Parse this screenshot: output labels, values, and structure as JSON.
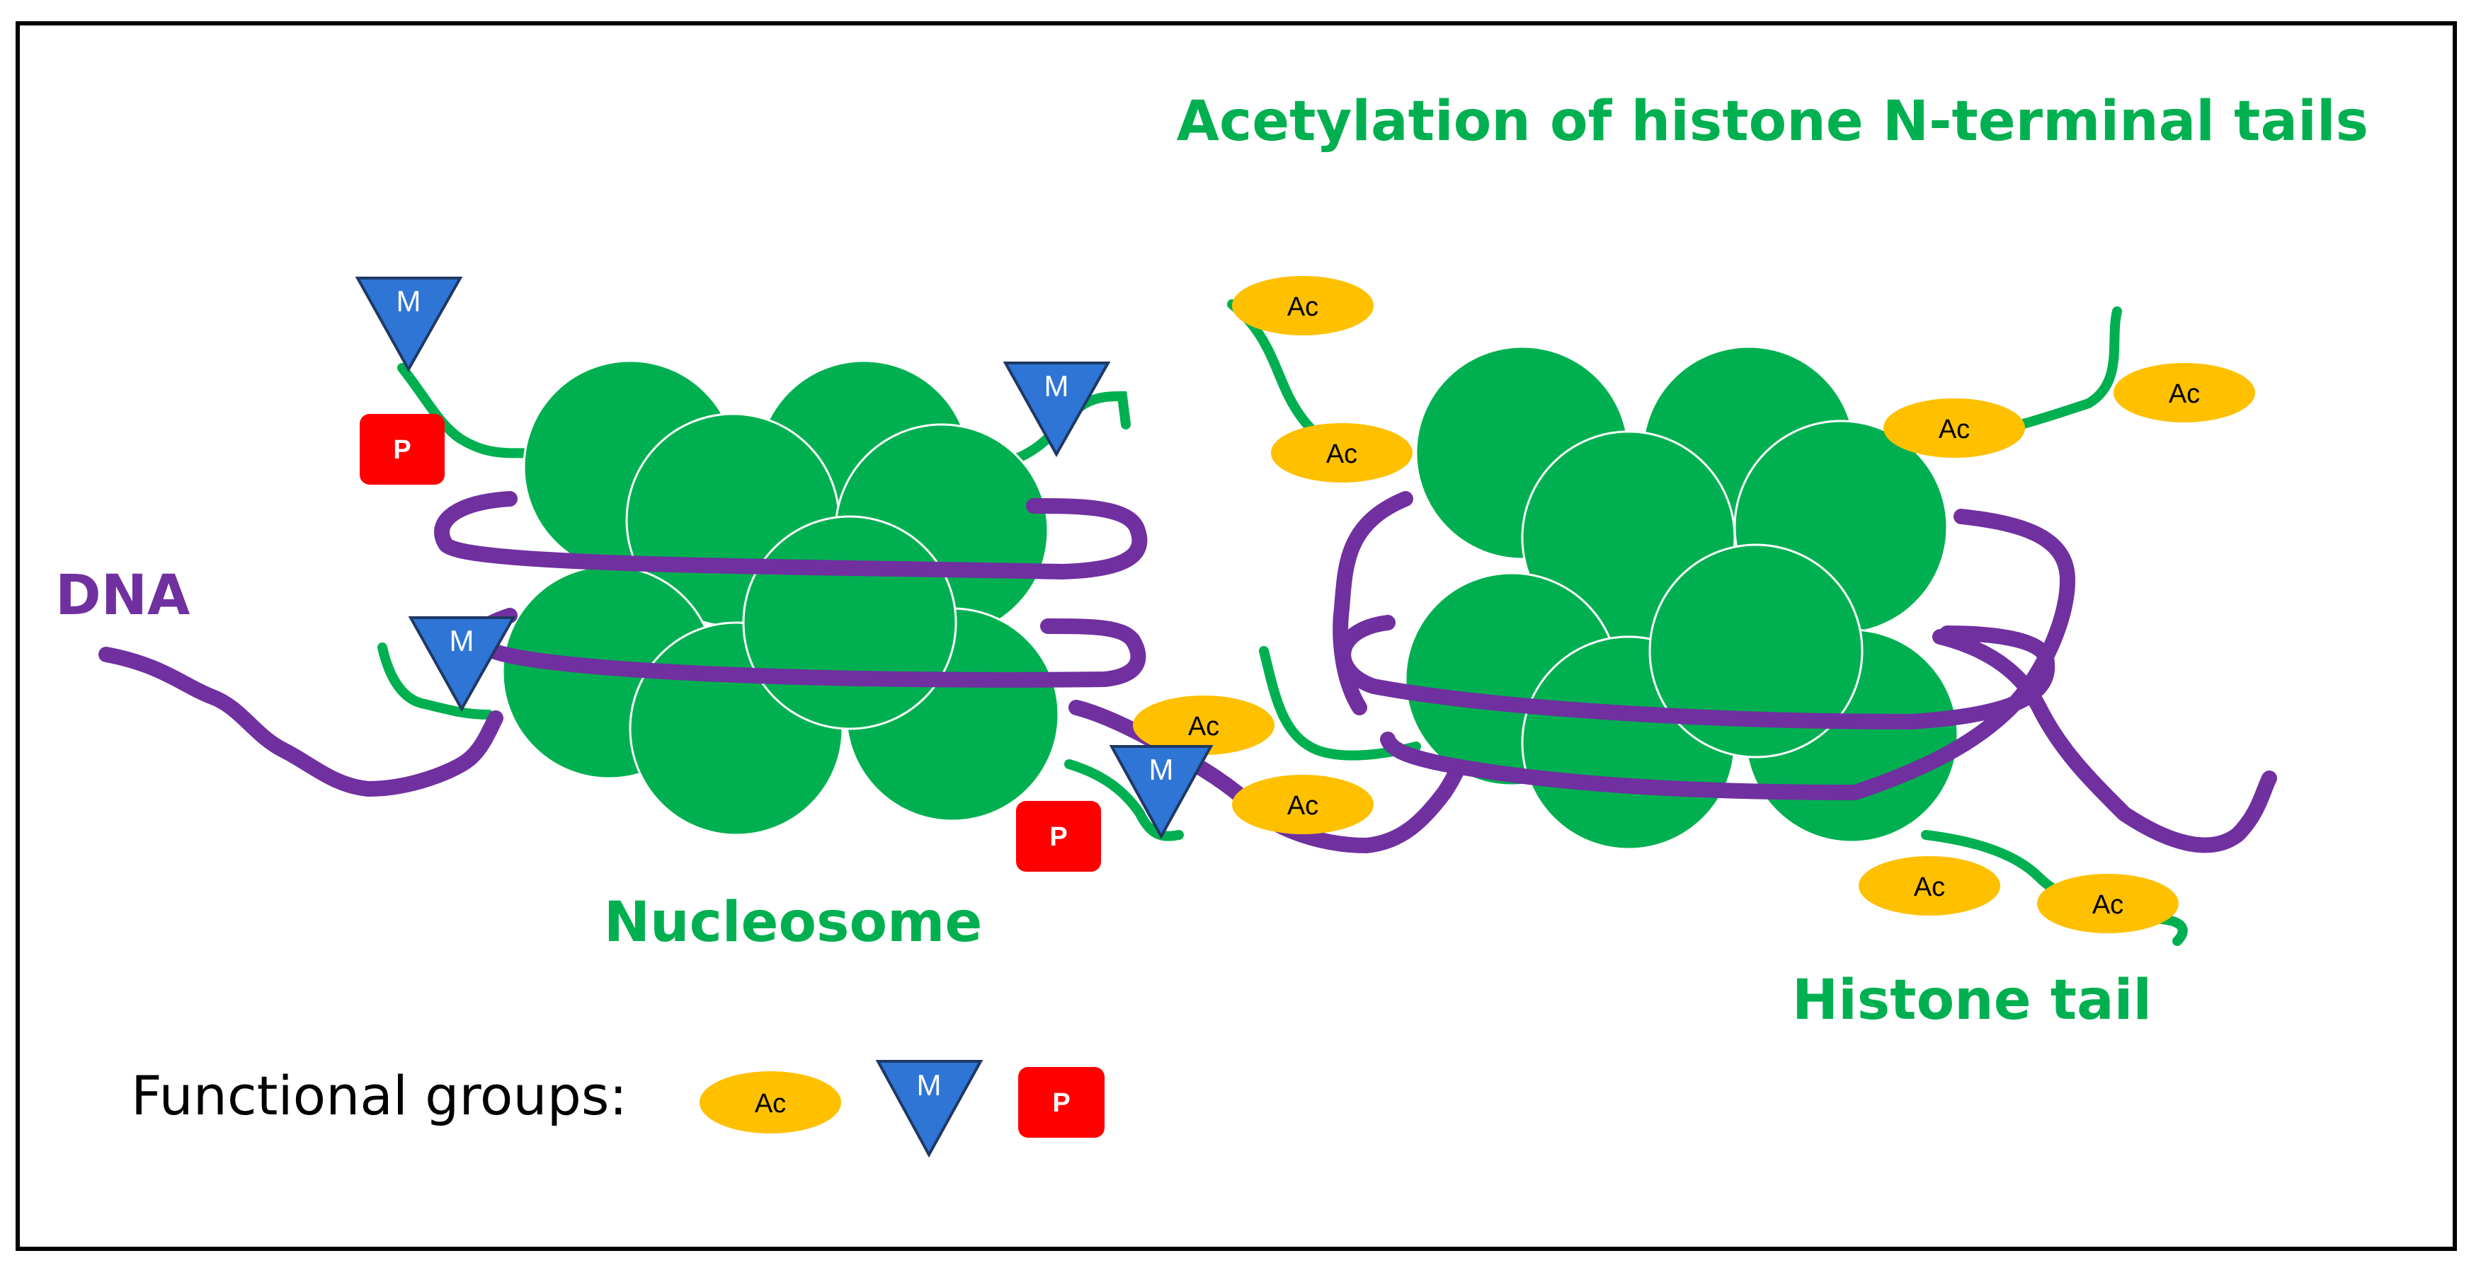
{
  "labels": {
    "title": "Acetylation of histone N-terminal tails",
    "dna": "DNA",
    "nucleosome": "Nucleosome",
    "histone_tail": "Histone tail",
    "functional_groups": "Functional groups:"
  },
  "marks": {
    "acetyl": "Ac",
    "methyl": "M",
    "phospho": "P"
  },
  "colors": {
    "histone_green": "#00b050",
    "label_green": "#00b050",
    "dna_purple": "#7030a0",
    "acetyl_yellow": "#ffc000",
    "methyl_blue": "#2e75d6",
    "phospho_red": "#ff0000",
    "frame_black": "#000000"
  }
}
